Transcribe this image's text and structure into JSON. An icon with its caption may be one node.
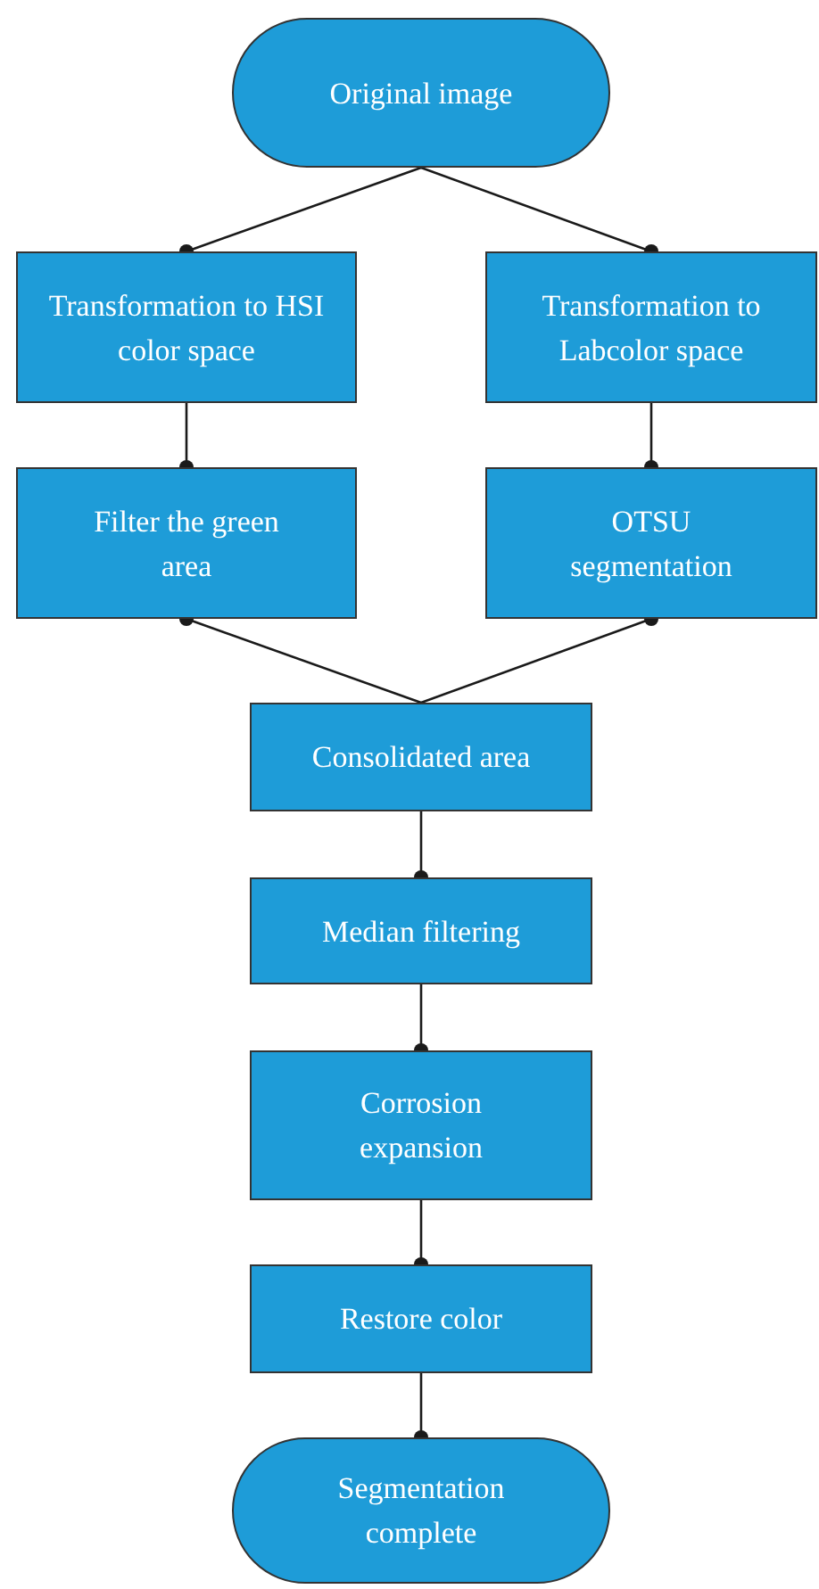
{
  "diagram": {
    "nodes": [
      {
        "text": [
          "Original image"
        ]
      },
      {
        "text": [
          "Transformation to HSI color space"
        ]
      },
      {
        "text": [
          "Transformation to Labcolor space"
        ]
      },
      {
        "text": [
          "Filter the green area"
        ]
      },
      {
        "text": [
          "OTSU segmentation"
        ]
      },
      {
        "text": [
          "Consolidated area"
        ]
      },
      {
        "text": [
          "Median filtering"
        ]
      },
      {
        "text": [
          "Corrosion expansion"
        ]
      },
      {
        "text": [
          "Restore color"
        ]
      },
      {
        "text": [
          "Segmentation complete"
        ]
      }
    ],
    "edges": [
      {
        "from": 0,
        "to": 1,
        "arrow": "other"
      },
      {
        "from": 0,
        "to": 2,
        "arrow": "other"
      },
      {
        "from": 1,
        "to": 3,
        "arrow": "other"
      },
      {
        "from": 2,
        "to": 4,
        "arrow": "other"
      },
      {
        "from": 5,
        "to": 3,
        "arrow": "other"
      },
      {
        "from": 5,
        "to": 4,
        "arrow": "other"
      },
      {
        "from": 5,
        "to": 6,
        "arrow": "other"
      },
      {
        "from": 6,
        "to": 7,
        "arrow": "other"
      },
      {
        "from": 7,
        "to": 8,
        "arrow": "other"
      },
      {
        "from": 8,
        "to": 9,
        "arrow": "other"
      }
    ]
  }
}
